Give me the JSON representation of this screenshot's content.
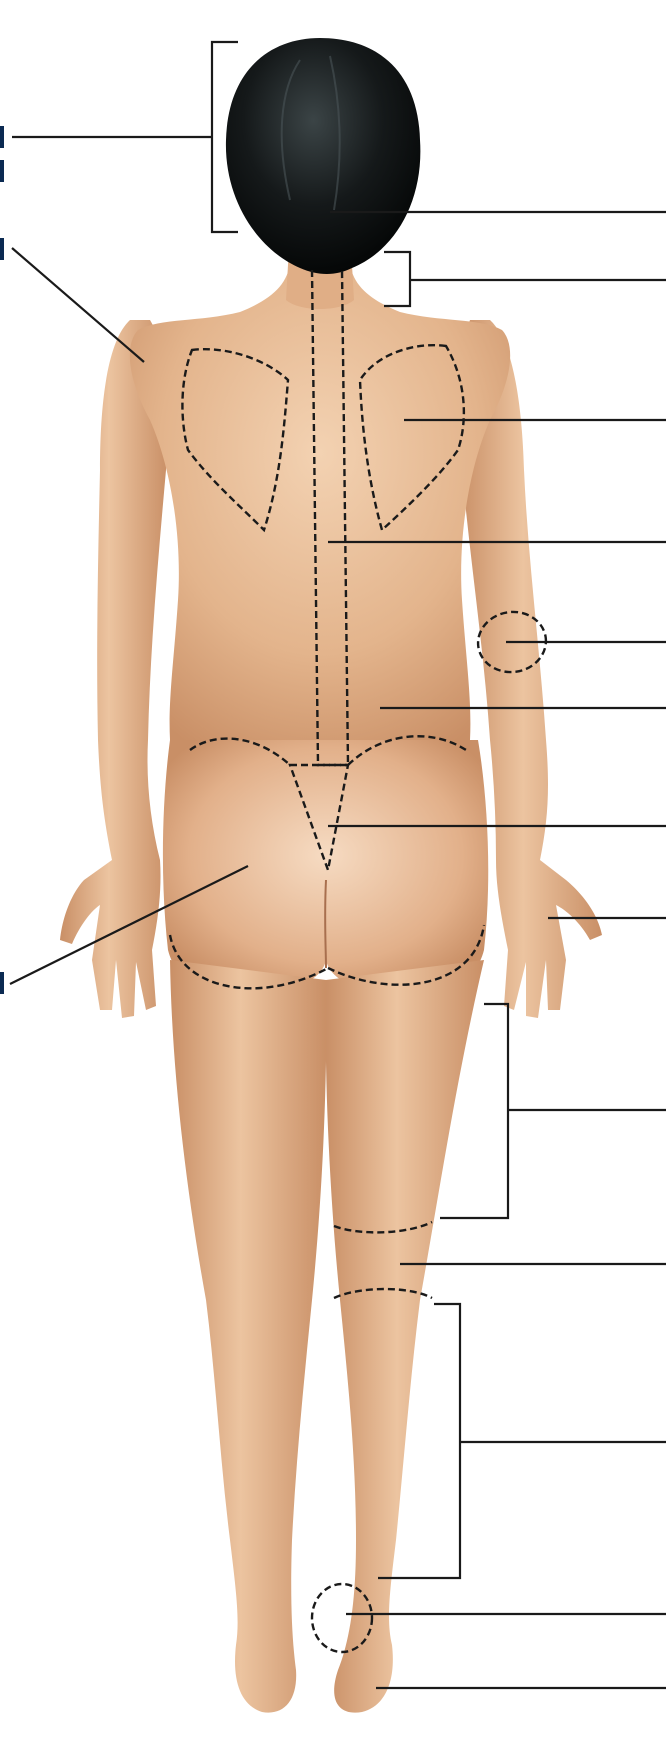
{
  "figure": {
    "view": "posterior",
    "skin_tone": "#e3b48c",
    "skin_shadow": "#c98f66",
    "hair_color": "#15191a",
    "line_color": "#1a1a1a",
    "label_stub_color": "#0b2a52"
  },
  "labels": [],
  "regions": [
    {
      "name": "cephalic-occipital-bracket"
    },
    {
      "name": "cervical-bracket"
    },
    {
      "name": "scapular-region"
    },
    {
      "name": "vertebral-region"
    },
    {
      "name": "olecranal-region"
    },
    {
      "name": "lumbar-region"
    },
    {
      "name": "sacral-region"
    },
    {
      "name": "dorsum-of-hand"
    },
    {
      "name": "gluteal-region"
    },
    {
      "name": "femoral-region"
    },
    {
      "name": "popliteal-region"
    },
    {
      "name": "sural-region"
    },
    {
      "name": "calcaneal-region"
    },
    {
      "name": "plantar-region"
    },
    {
      "name": "acromial-region"
    }
  ]
}
